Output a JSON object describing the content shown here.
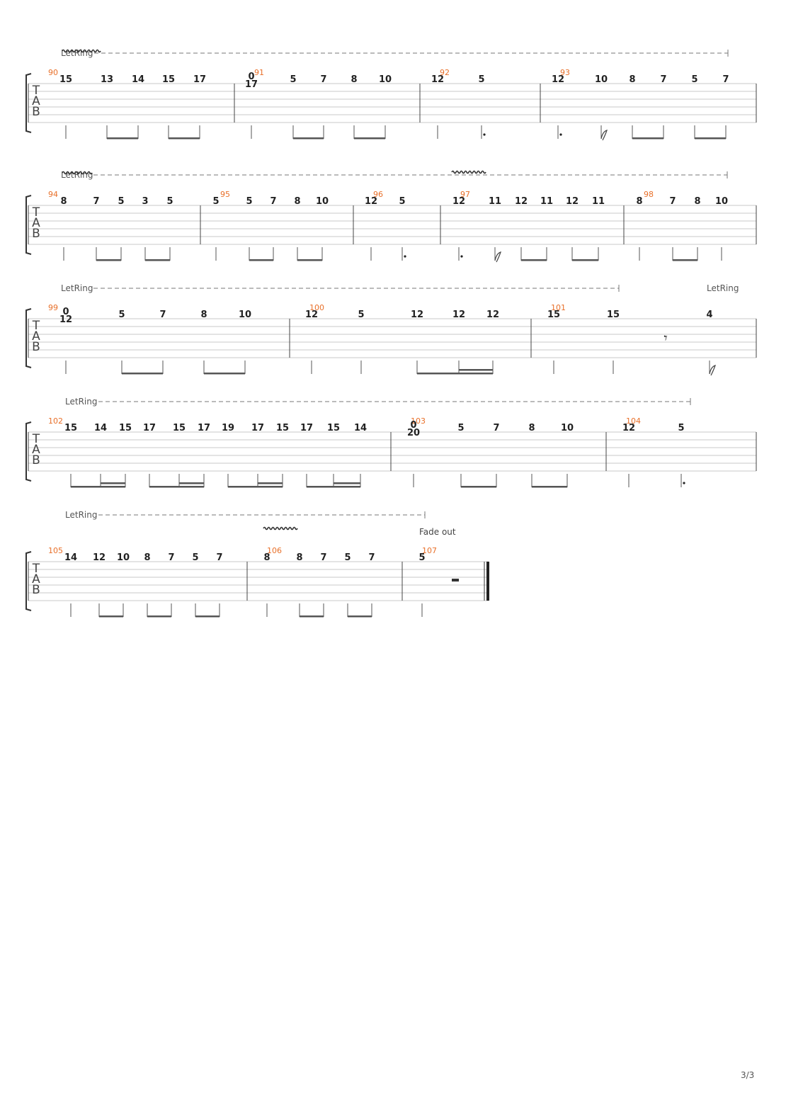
{
  "page": {
    "label": "3/3"
  },
  "labels": {
    "let_ring": "LetRing",
    "fade_out": "Fade out",
    "tab_clef": [
      "T",
      "A",
      "B"
    ]
  },
  "colors": {
    "measure_number": "#e8702a",
    "staff_line": "#c9c9c9",
    "text": "#222222",
    "stem": "#555555"
  },
  "systems": [
    {
      "measures": [
        {
          "number": "90",
          "beats": [
            {
              "frets": [
                "15"
              ],
              "stem": "quarter"
            },
            {
              "frets": [
                "13"
              ],
              "stem": "beam-start"
            },
            {
              "frets": [
                "14"
              ],
              "stem": "beam-end"
            },
            {
              "frets": [
                "15"
              ],
              "stem": "beam-start"
            },
            {
              "frets": [
                "17"
              ],
              "stem": "beam-end"
            }
          ]
        },
        {
          "number": "91",
          "beats": [
            {
              "frets": [
                "0",
                "17"
              ],
              "stem": "quarter"
            },
            {
              "frets": [
                "5"
              ],
              "stem": "beam-start"
            },
            {
              "frets": [
                "7"
              ],
              "stem": "beam-end"
            },
            {
              "frets": [
                "8"
              ],
              "stem": "beam-start"
            },
            {
              "frets": [
                "10"
              ],
              "stem": "beam-end"
            }
          ]
        },
        {
          "number": "92",
          "beats": [
            {
              "frets": [
                "12"
              ],
              "stem": "quarter"
            },
            {
              "frets": [
                "5"
              ],
              "stem": "dotted-quarter"
            }
          ]
        },
        {
          "number": "93",
          "beats": [
            {
              "frets": [
                "12"
              ],
              "stem": "dotted-quarter"
            },
            {
              "frets": [
                "10"
              ],
              "stem": "eighth"
            },
            {
              "frets": [
                "8"
              ],
              "stem": "beam-start"
            },
            {
              "frets": [
                "7"
              ],
              "stem": "beam-end"
            },
            {
              "frets": [
                "5"
              ],
              "stem": "beam-start"
            },
            {
              "frets": [
                "7"
              ],
              "stem": "beam-end"
            }
          ]
        }
      ]
    },
    {
      "measures": [
        {
          "number": "94",
          "beats": [
            {
              "frets": [
                "8"
              ],
              "stem": "quarter"
            },
            {
              "frets": [
                "7"
              ],
              "stem": "beam-start"
            },
            {
              "frets": [
                "5"
              ],
              "stem": "beam-end"
            },
            {
              "frets": [
                "3"
              ],
              "stem": "beam-start"
            },
            {
              "frets": [
                "5"
              ],
              "stem": "beam-end"
            }
          ]
        },
        {
          "number": "95",
          "beats": [
            {
              "frets": [
                "5"
              ],
              "stem": "quarter"
            },
            {
              "frets": [
                "5"
              ],
              "stem": "beam-start"
            },
            {
              "frets": [
                "7"
              ],
              "stem": "beam-end"
            },
            {
              "frets": [
                "8"
              ],
              "stem": "beam-start"
            },
            {
              "frets": [
                "10"
              ],
              "stem": "beam-end"
            }
          ]
        },
        {
          "number": "96",
          "beats": [
            {
              "frets": [
                "12"
              ],
              "stem": "quarter"
            },
            {
              "frets": [
                "5"
              ],
              "stem": "dotted-quarter"
            }
          ]
        },
        {
          "number": "97",
          "beats": [
            {
              "frets": [
                "12"
              ],
              "stem": "dotted-quarter"
            },
            {
              "frets": [
                "11"
              ],
              "stem": "eighth"
            },
            {
              "frets": [
                "12"
              ],
              "stem": "beam-start"
            },
            {
              "frets": [
                "11"
              ],
              "stem": "beam-end"
            },
            {
              "frets": [
                "12"
              ],
              "stem": "beam-start"
            },
            {
              "frets": [
                "11"
              ],
              "stem": "beam-end"
            }
          ]
        },
        {
          "number": "98",
          "beats": [
            {
              "frets": [
                "8"
              ],
              "stem": "quarter"
            },
            {
              "frets": [
                "7"
              ],
              "stem": "beam-start"
            },
            {
              "frets": [
                "8"
              ],
              "stem": "beam-end"
            },
            {
              "frets": [
                "10"
              ],
              "stem": "quarter"
            }
          ]
        }
      ]
    },
    {
      "measures": [
        {
          "number": "99",
          "beats": [
            {
              "frets": [
                "0",
                "12"
              ],
              "stem": "quarter"
            },
            {
              "frets": [
                "5"
              ],
              "stem": "beam-start"
            },
            {
              "frets": [
                "7"
              ],
              "stem": "beam-end"
            },
            {
              "frets": [
                "8"
              ],
              "stem": "beam-start"
            },
            {
              "frets": [
                "10"
              ],
              "stem": "beam-end"
            }
          ]
        },
        {
          "number": "100",
          "beats": [
            {
              "frets": [
                "12"
              ],
              "stem": "quarter"
            },
            {
              "frets": [
                "5"
              ],
              "stem": "quarter"
            },
            {
              "frets": [
                "12"
              ],
              "stem": "beam-start"
            },
            {
              "frets": [
                "12"
              ],
              "stem": "beam-mid"
            },
            {
              "frets": [
                "12"
              ],
              "stem": "beam-end"
            }
          ]
        },
        {
          "number": "101",
          "beats": [
            {
              "frets": [
                "15"
              ],
              "stem": "quarter"
            },
            {
              "frets": [
                "15"
              ],
              "stem": "quarter"
            },
            {
              "frets": [],
              "stem": "rest"
            },
            {
              "frets": [
                "4"
              ],
              "stem": "eighth"
            }
          ]
        }
      ]
    },
    {
      "measures": [
        {
          "number": "102",
          "beats": [
            {
              "frets": [
                "15"
              ],
              "stem": "b"
            },
            {
              "frets": [
                "14"
              ],
              "stem": "b"
            },
            {
              "frets": [
                "15"
              ],
              "stem": "b"
            },
            {
              "frets": [
                "17"
              ],
              "stem": "b"
            },
            {
              "frets": [
                "15"
              ],
              "stem": "b"
            },
            {
              "frets": [
                "17"
              ],
              "stem": "b"
            },
            {
              "frets": [
                "19"
              ],
              "stem": "b"
            },
            {
              "frets": [
                "17"
              ],
              "stem": "b"
            },
            {
              "frets": [
                "15"
              ],
              "stem": "b"
            },
            {
              "frets": [
                "17"
              ],
              "stem": "b"
            },
            {
              "frets": [
                "15"
              ],
              "stem": "b"
            },
            {
              "frets": [
                "14"
              ],
              "stem": "b"
            }
          ]
        },
        {
          "number": "103",
          "beats": [
            {
              "frets": [
                "0",
                "20"
              ],
              "stem": "quarter"
            },
            {
              "frets": [
                "5"
              ],
              "stem": "beam-start"
            },
            {
              "frets": [
                "7"
              ],
              "stem": "beam-end"
            },
            {
              "frets": [
                "8"
              ],
              "stem": "beam-start"
            },
            {
              "frets": [
                "10"
              ],
              "stem": "beam-end"
            }
          ]
        },
        {
          "number": "104",
          "beats": [
            {
              "frets": [
                "12"
              ],
              "stem": "quarter"
            },
            {
              "frets": [
                "5"
              ],
              "stem": "dotted-quarter"
            }
          ]
        }
      ]
    },
    {
      "measures": [
        {
          "number": "105",
          "beats": [
            {
              "frets": [
                "14"
              ],
              "stem": "quarter"
            },
            {
              "frets": [
                "12"
              ],
              "stem": "beam-start"
            },
            {
              "frets": [
                "10"
              ],
              "stem": "beam-end"
            },
            {
              "frets": [
                "8"
              ],
              "stem": "beam-start"
            },
            {
              "frets": [
                "7"
              ],
              "stem": "beam-end"
            },
            {
              "frets": [
                "5"
              ],
              "stem": "beam-start"
            },
            {
              "frets": [
                "7"
              ],
              "stem": "beam-end"
            }
          ]
        },
        {
          "number": "106",
          "beats": [
            {
              "frets": [
                "8"
              ],
              "stem": "quarter"
            },
            {
              "frets": [
                "8"
              ],
              "stem": "beam-start"
            },
            {
              "frets": [
                "7"
              ],
              "stem": "beam-end"
            },
            {
              "frets": [
                "5"
              ],
              "stem": "beam-start"
            },
            {
              "frets": [
                "7"
              ],
              "stem": "beam-end"
            }
          ]
        },
        {
          "number": "107",
          "beats": [
            {
              "frets": [
                "5"
              ],
              "stem": "quarter"
            },
            {
              "frets": [],
              "stem": "half-rest"
            }
          ]
        }
      ]
    }
  ]
}
